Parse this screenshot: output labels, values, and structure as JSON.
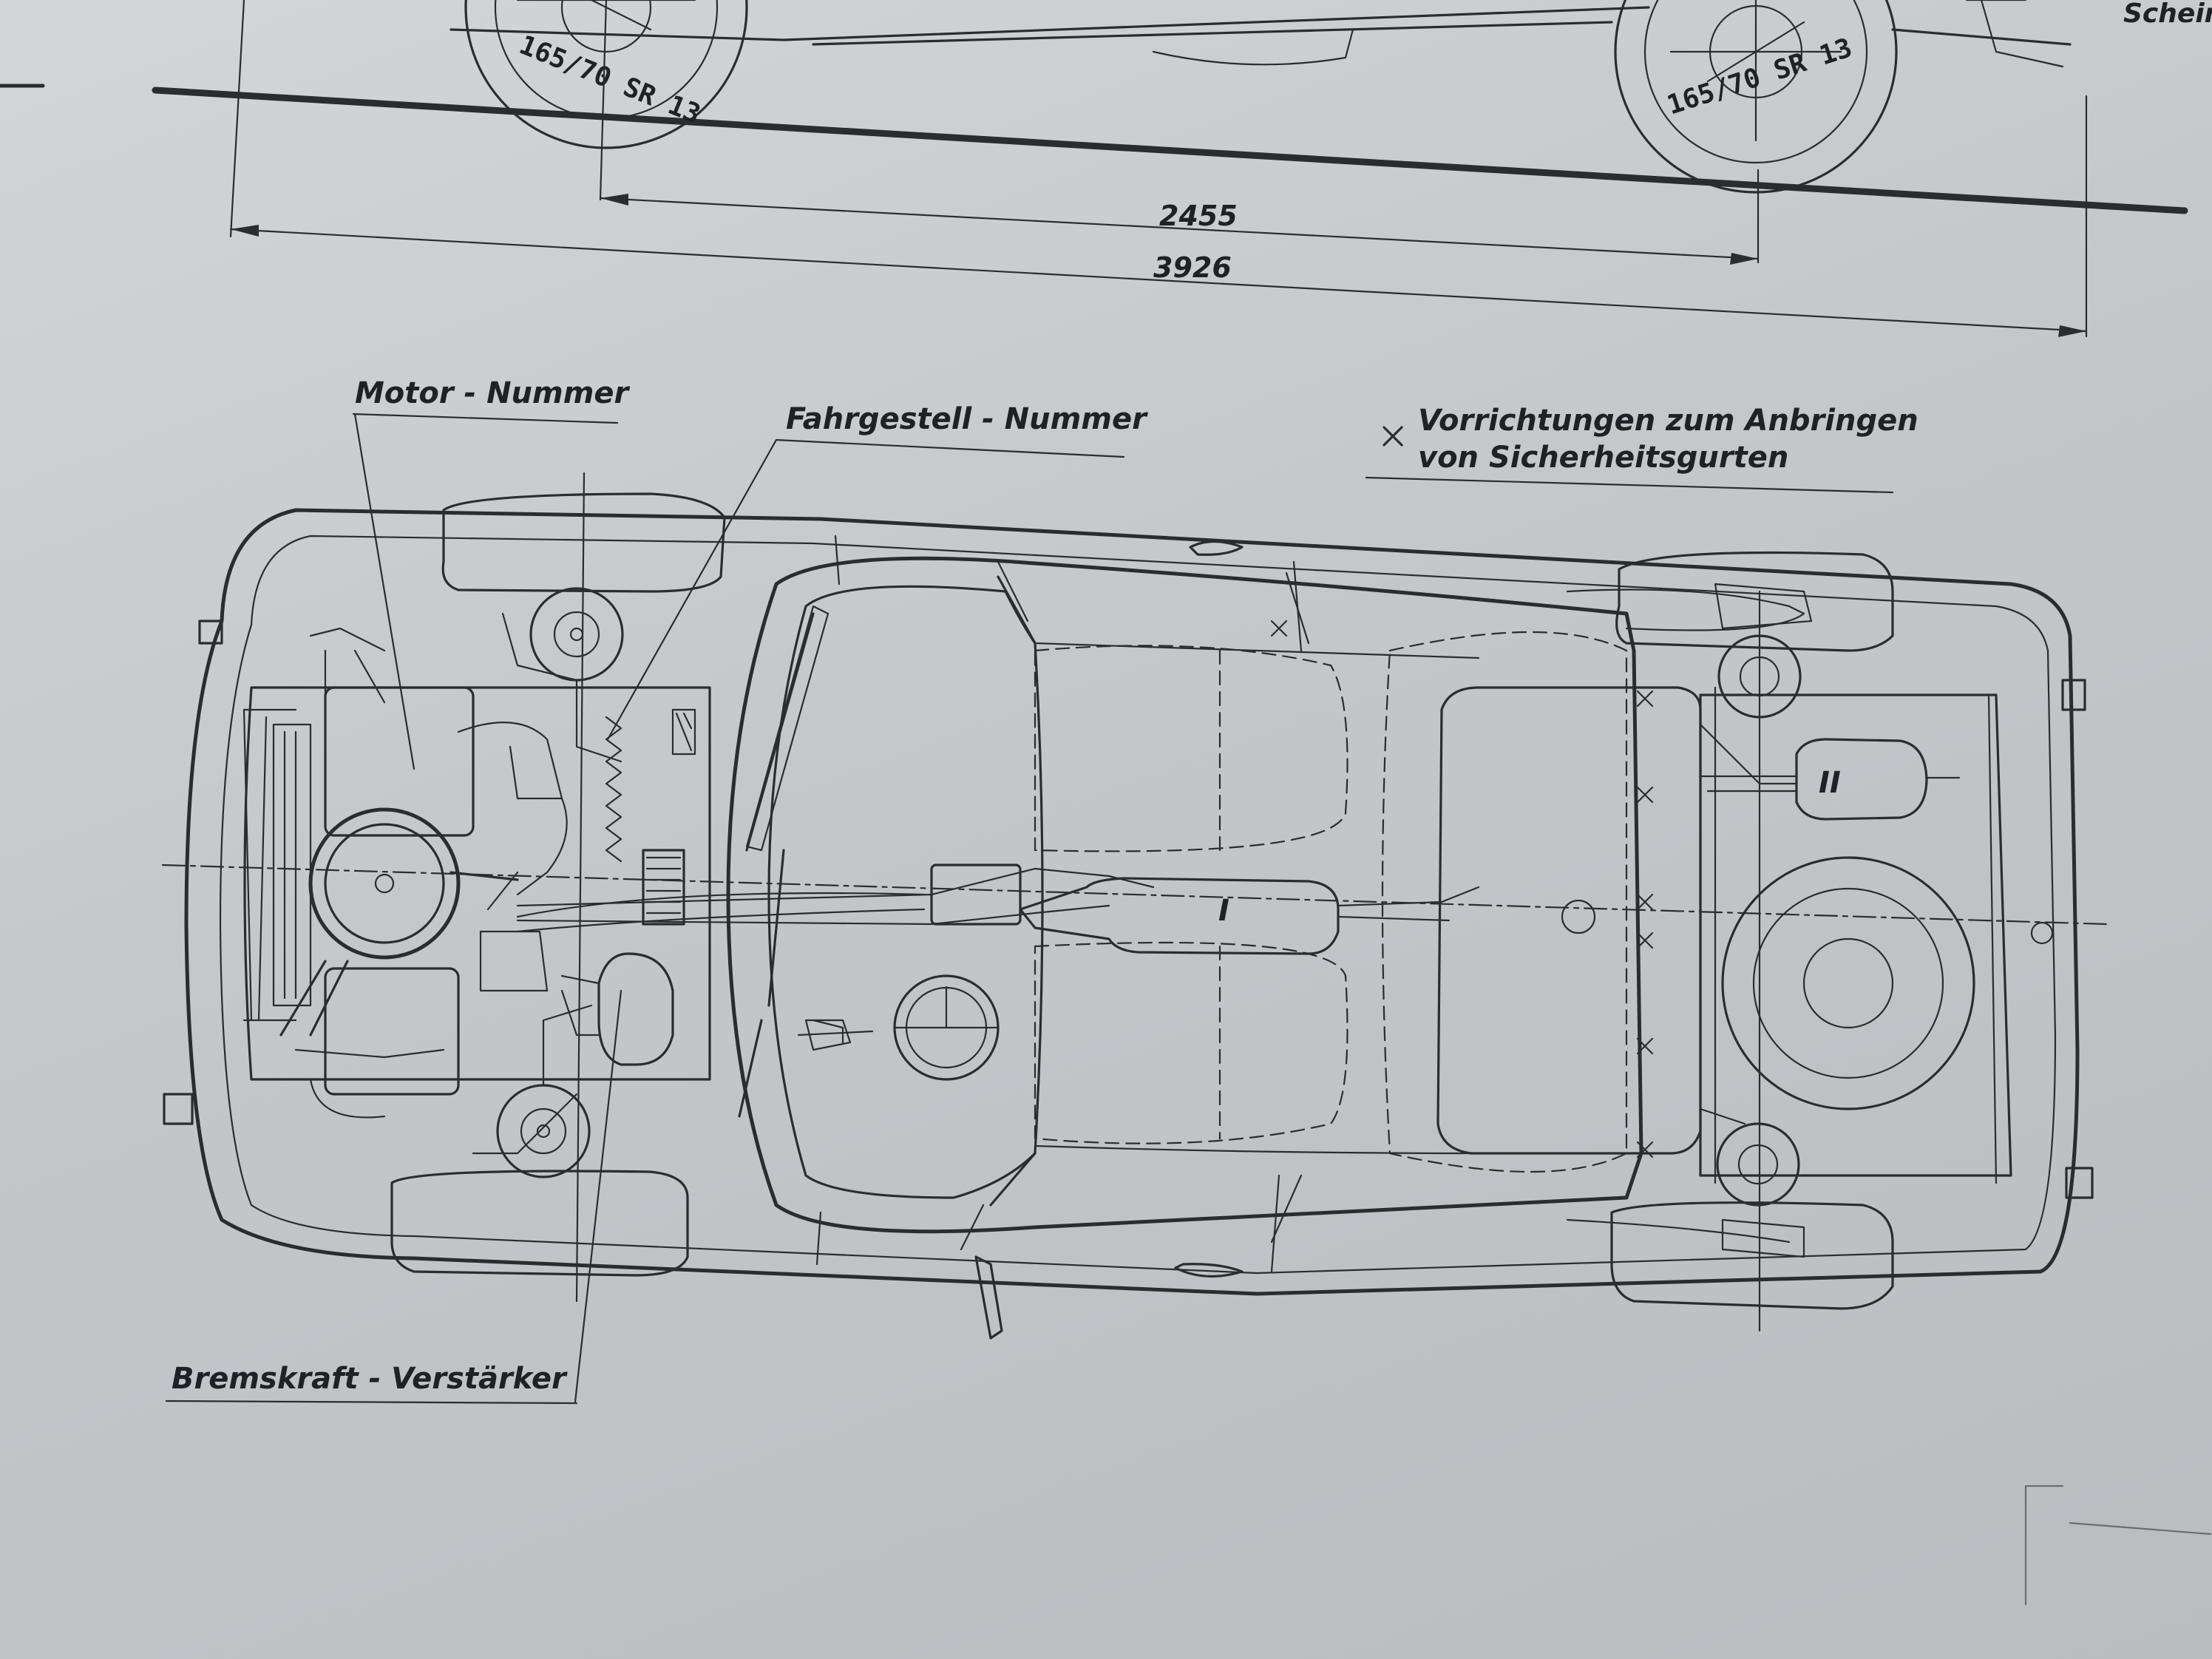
{
  "labels": {
    "motor": "Motor - Nummer",
    "chassis": "Fahrgestell - Nummer",
    "belts_line1": "Vorrichtungen zum Anbringen",
    "belts_line2": "von Sicherheitsgurten",
    "brake": "Bremskraft - Verstärker",
    "corner_clip": "Schein"
  },
  "dimensions": {
    "wheelbase": "2455",
    "length": "3926"
  },
  "tires": {
    "front": "165/70 SR 13",
    "rear": "165/70 SR 13"
  },
  "markers": {
    "exhaust_1": "I",
    "exhaust_2": "II"
  }
}
